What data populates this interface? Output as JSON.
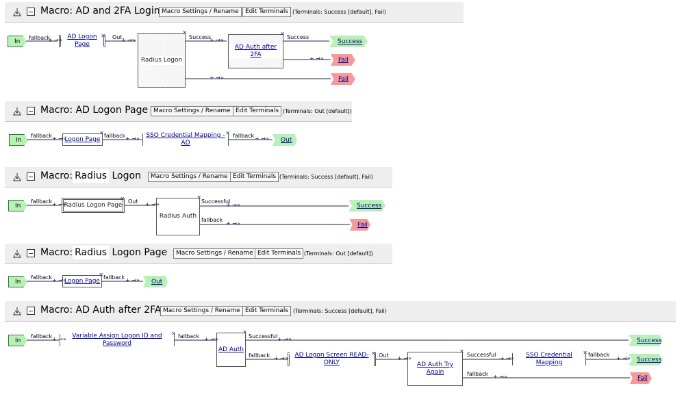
{
  "common": {
    "settings_label": "Macro Settings / Rename",
    "edit_terminals_label": "Edit Terminals",
    "in_label": "In",
    "plus": "+",
    "arrow": "→»",
    "close_x": "✕"
  },
  "macros": {
    "m1": {
      "title": "Macro: AD and 2FA Login",
      "terminals_note": "(Terminals: Success [default], Fail)",
      "labels": {
        "fallback": "fallback",
        "out": "Out",
        "success_a": "Success",
        "success_b": "Success"
      },
      "nodes": {
        "ad_logon_page": "AD Logon Page",
        "radius_logon": "Radius Logon",
        "ad_auth_2fa": "AD Auth after 2FA"
      },
      "terms": {
        "success": "Success",
        "fail_1": "Fail",
        "fail_2": "Fail"
      }
    },
    "m2": {
      "title": "Macro: AD Logon Page",
      "terminals_note": "(Terminals: Out [default])",
      "labels": {
        "fallback_1": "fallback",
        "fallback_2": "fallback",
        "fallback_3": "fallback"
      },
      "nodes": {
        "logon_page": "Logon Page",
        "sso_mapping": "SSO Credential Mapping - AD"
      },
      "terms": {
        "out": "Out"
      }
    },
    "m3": {
      "title_prefix": "Macro:",
      "title_highlight": "Radius",
      "title_suffix": "Logon",
      "terminals_note": "(Terminals: Success [default], Fail)",
      "labels": {
        "fallback_1": "fallback",
        "out": "Out",
        "successful": "Successful",
        "fallback_2": "fallback"
      },
      "nodes": {
        "radius_logon_page": "Radius Logon Page",
        "radius_auth": "Radius Auth"
      },
      "terms": {
        "success": "Success",
        "fail": "Fail"
      }
    },
    "m4": {
      "title_prefix": "Macro:",
      "title_highlight": "Radius",
      "title_suffix": "Logon Page",
      "terminals_note": "(Terminals: Out [default])",
      "labels": {
        "fallback_1": "fallback",
        "fallback_2": "fallback"
      },
      "nodes": {
        "logon_page": "Logon Page"
      },
      "terms": {
        "out": "Out"
      }
    },
    "m5": {
      "title": "Macro: AD Auth after 2FA",
      "terminals_note": "(Terminals: Success [default], Fail)",
      "labels": {
        "fallback_1": "fallback",
        "fallback_2": "fallback",
        "successful_1": "Successful",
        "fallback_3": "fallback",
        "out": "Out",
        "successful_2": "Successful",
        "fallback_4": "fallback",
        "fallback_5": "fallback"
      },
      "nodes": {
        "variable_assign": "Variable Assign Logon ID and Password",
        "ad_auth": "AD Auth",
        "ad_logon_screen": "AD Logon Screen READ-ONLY",
        "ad_auth_try_again": "AD Auth Try Again",
        "sso_mapping": "SSO Credential Mapping"
      },
      "terms": {
        "success_1": "Success",
        "success_2": "Success",
        "fail": "Fail"
      }
    }
  }
}
